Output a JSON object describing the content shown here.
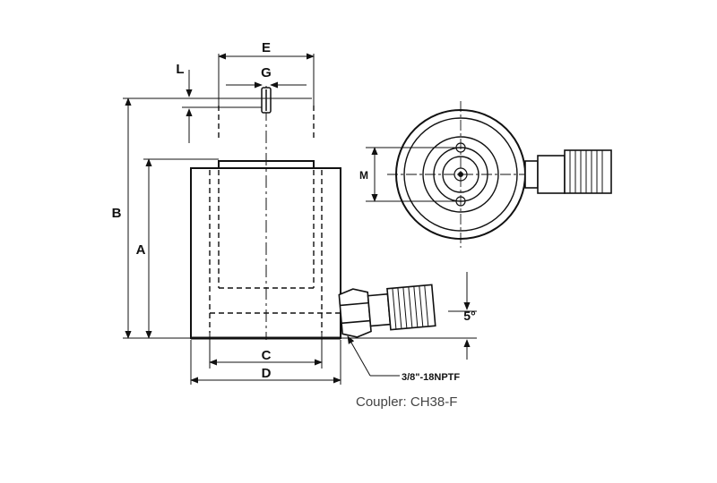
{
  "labels": {
    "E": "E",
    "G": "G",
    "L": "L",
    "B": "B",
    "A": "A",
    "C": "C",
    "D": "D",
    "M": "M",
    "angle": "5°",
    "port": "3/8\"-18NPTF"
  },
  "caption": "Coupler: CH38-F"
}
